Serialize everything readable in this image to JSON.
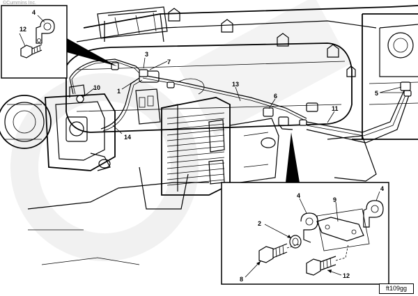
{
  "watermark_text": "©Cummins Inc.",
  "figure_id": "ft109gg",
  "callouts": {
    "c1": "1",
    "c2": "2",
    "c3": "3",
    "c4_inset_top": "4",
    "c4_inset_mid": "4",
    "c4_inset_right": "4",
    "c5": "5",
    "c6": "6",
    "c7": "7",
    "c8": "8",
    "c9": "9",
    "c10": "10",
    "c11": "11",
    "c12_inset_top": "12",
    "c12_inset_bottom": "12",
    "c13": "13",
    "c14": "14"
  }
}
